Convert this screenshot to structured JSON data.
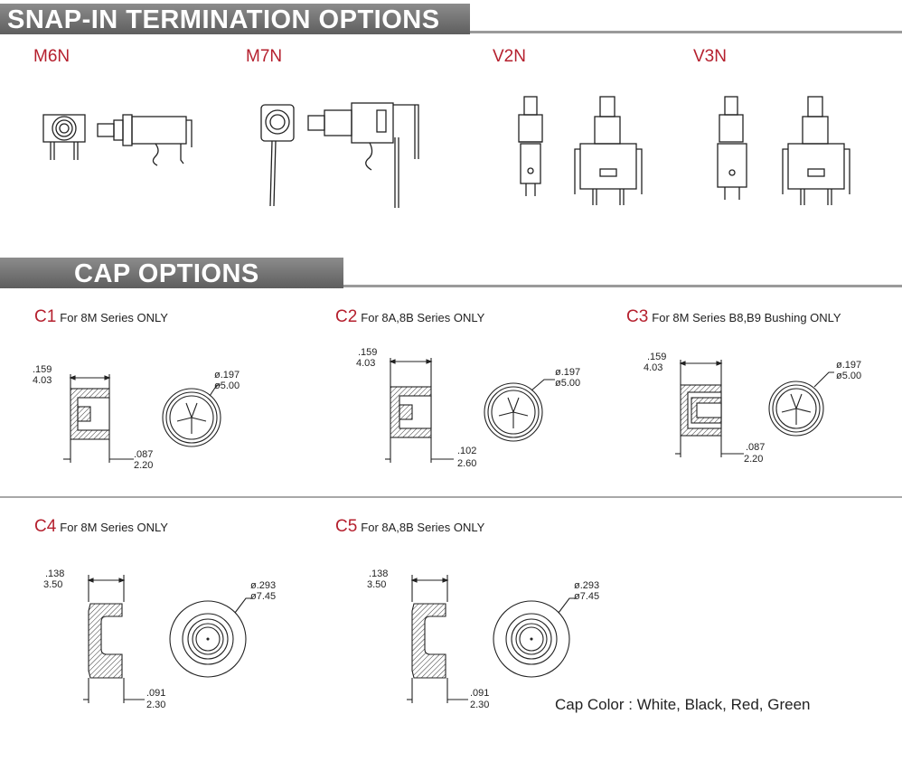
{
  "snap_in": {
    "title": "SNAP-IN  TERMINATION  OPTIONS",
    "options": [
      "M6N",
      "M7N",
      "V2N",
      "V3N"
    ]
  },
  "cap": {
    "title": "CAP  OPTIONS",
    "options": [
      {
        "code": "C1",
        "note": "For 8M Series ONLY",
        "width_in": ".159",
        "width_mm": "4.03",
        "dia_in": "ø.197",
        "dia_mm": "ø5.00",
        "depth_in": ".087",
        "depth_mm": "2.20"
      },
      {
        "code": "C2",
        "note": "For 8A,8B Series ONLY",
        "width_in": ".159",
        "width_mm": "4.03",
        "dia_in": "ø.197",
        "dia_mm": "ø5.00",
        "depth_in": ".102",
        "depth_mm": "2.60"
      },
      {
        "code": "C3",
        "note": "For 8M Series B8,B9 Bushing ONLY",
        "width_in": ".159",
        "width_mm": "4.03",
        "dia_in": "ø.197",
        "dia_mm": "ø5.00",
        "depth_in": ".087",
        "depth_mm": "2.20"
      },
      {
        "code": "C4",
        "note": "For 8M Series ONLY",
        "width_in": ".138",
        "width_mm": "3.50",
        "dia_in": "ø.293",
        "dia_mm": "ø7.45",
        "depth_in": ".091",
        "depth_mm": "2.30"
      },
      {
        "code": "C5",
        "note": "For 8A,8B Series ONLY",
        "width_in": ".138",
        "width_mm": "3.50",
        "dia_in": "ø.293",
        "dia_mm": "ø7.45",
        "depth_in": ".091",
        "depth_mm": "2.30"
      }
    ],
    "color_note": "Cap Color : White, Black, Red, Green"
  },
  "colors": {
    "accent": "#b5202e",
    "header_bar": "#6e6e6e",
    "rule": "#a8a8a8"
  }
}
